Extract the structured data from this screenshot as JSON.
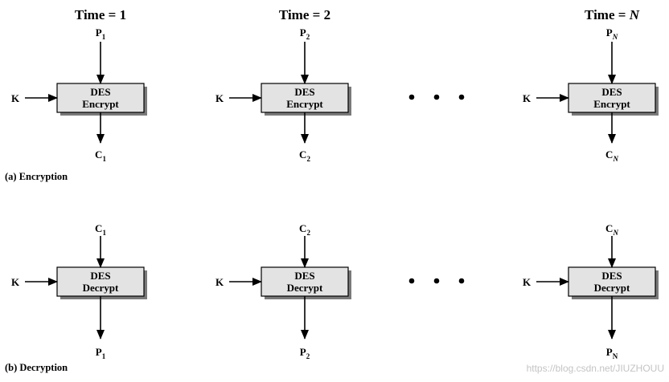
{
  "headers": [
    {
      "text": "Time = 1",
      "italic": null
    },
    {
      "text": "Time = 2",
      "italic": null
    },
    {
      "text": "Time = ",
      "italic": "N"
    }
  ],
  "key_label": "K",
  "dots": "• • •",
  "encryption": {
    "caption": "(a) Encryption",
    "box_line1": "DES",
    "box_line2": "Encrypt",
    "inputs": [
      {
        "main": "P",
        "sub": "1",
        "sub_italic": false
      },
      {
        "main": "P",
        "sub": "2",
        "sub_italic": false
      },
      {
        "main": "P",
        "sub": "N",
        "sub_italic": true
      }
    ],
    "outputs": [
      {
        "main": "C",
        "sub": "1",
        "sub_italic": false
      },
      {
        "main": "C",
        "sub": "2",
        "sub_italic": false
      },
      {
        "main": "C",
        "sub": "N",
        "sub_italic": true
      }
    ]
  },
  "decryption": {
    "caption": "(b) Decryption",
    "box_line1": "DES",
    "box_line2": "Decrypt",
    "inputs": [
      {
        "main": "C",
        "sub": "1",
        "sub_italic": false
      },
      {
        "main": "C",
        "sub": "2",
        "sub_italic": false
      },
      {
        "main": "C",
        "sub": "N",
        "sub_italic": true
      }
    ],
    "outputs": [
      {
        "main": "P",
        "sub": "1",
        "sub_italic": false
      },
      {
        "main": "P",
        "sub": "2",
        "sub_italic": false
      },
      {
        "main": "P",
        "sub": "N",
        "sub_italic": false
      }
    ]
  },
  "watermark": "https://blog.csdn.net/JIUZHOUU",
  "colors": {
    "box_fill": "#e3e3e3",
    "box_shadow": "#7a7a7a",
    "stroke": "#000000",
    "watermark": "#c4c4c4"
  }
}
